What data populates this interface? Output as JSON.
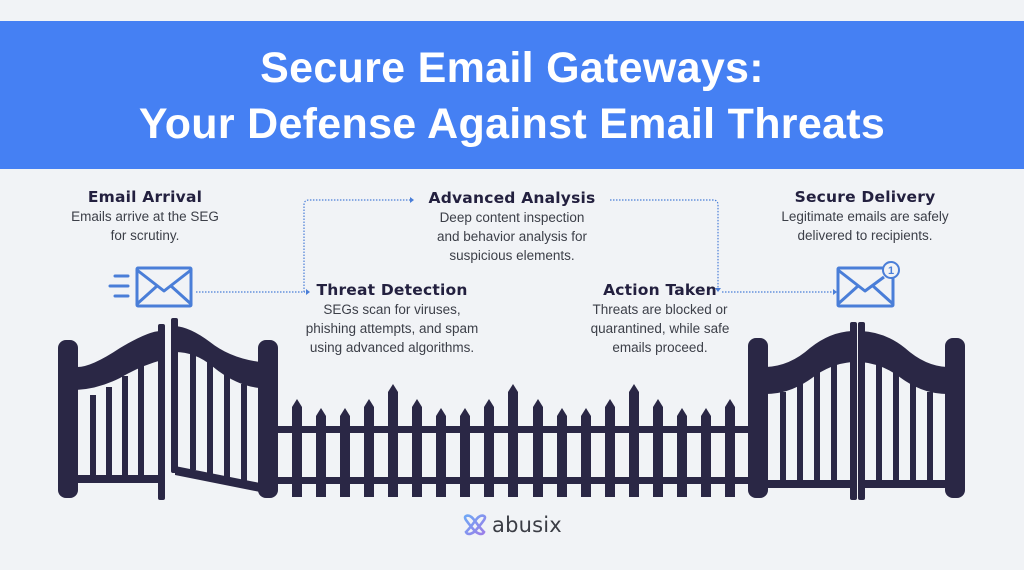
{
  "header": {
    "title_line1": "Secure Email Gateways:",
    "title_line2": "Your Defense Against Email Threats",
    "background_color": "#4580f3"
  },
  "steps": [
    {
      "title": "Email Arrival",
      "description_lines": [
        "Emails arrive at the SEG",
        "for scrutiny."
      ]
    },
    {
      "title": "Threat Detection",
      "description_lines": [
        "SEGs scan for viruses,",
        "phishing attempts, and spam",
        "using advanced algorithms."
      ]
    },
    {
      "title": "Advanced Analysis",
      "description_lines": [
        "Deep content inspection",
        "and behavior analysis for",
        "suspicious elements."
      ]
    },
    {
      "title": "Action Taken",
      "description_lines": [
        "Threats are blocked or",
        "quarantined, while safe",
        "emails proceed."
      ]
    },
    {
      "title": "Secure Delivery",
      "description_lines": [
        "Legitimate emails are safely",
        "delivered to recipients."
      ]
    }
  ],
  "icons": {
    "incoming": "fast-email-icon",
    "delivered": "email-notification-icon",
    "notification_count": "1"
  },
  "illustration": {
    "left_gate": "open-gate",
    "fence": "picket-fence",
    "right_gate": "closed-gate",
    "fence_color": "#2a2745",
    "flow_color": "#4a7ed8"
  },
  "brand": {
    "name": "abusix"
  }
}
